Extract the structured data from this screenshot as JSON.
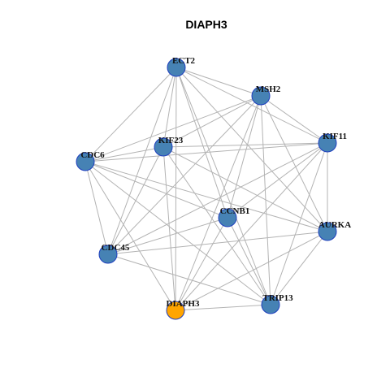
{
  "title": "DIAPH3",
  "colors": {
    "node_default": "#4682b4",
    "node_highlight": "#ffa500",
    "node_border": "#1f3fbf",
    "edge": "#b3b3b3"
  },
  "nodes": [
    {
      "id": "ECT2",
      "label": "ECT2",
      "highlight": false
    },
    {
      "id": "MSH2",
      "label": "MSH2",
      "highlight": false
    },
    {
      "id": "KIF11",
      "label": "KIF11",
      "highlight": false
    },
    {
      "id": "KIF23",
      "label": "KIF23",
      "highlight": false
    },
    {
      "id": "CDC6",
      "label": "CDC6",
      "highlight": false
    },
    {
      "id": "CCNB1",
      "label": "CCNB1",
      "highlight": false
    },
    {
      "id": "AURKA",
      "label": "AURKA",
      "highlight": false
    },
    {
      "id": "CDC45",
      "label": "CDC45",
      "highlight": false
    },
    {
      "id": "DIAPH3",
      "label": "DIAPH3",
      "highlight": true
    },
    {
      "id": "TRIP13",
      "label": "TRIP13",
      "highlight": false
    }
  ],
  "edges": [
    [
      "ECT2",
      "MSH2"
    ],
    [
      "ECT2",
      "KIF11"
    ],
    [
      "ECT2",
      "CDC6"
    ],
    [
      "ECT2",
      "KIF23"
    ],
    [
      "ECT2",
      "CCNB1"
    ],
    [
      "ECT2",
      "AURKA"
    ],
    [
      "ECT2",
      "CDC45"
    ],
    [
      "ECT2",
      "DIAPH3"
    ],
    [
      "ECT2",
      "TRIP13"
    ],
    [
      "MSH2",
      "KIF11"
    ],
    [
      "MSH2",
      "CDC6"
    ],
    [
      "MSH2",
      "KIF23"
    ],
    [
      "MSH2",
      "CCNB1"
    ],
    [
      "MSH2",
      "AURKA"
    ],
    [
      "MSH2",
      "CDC45"
    ],
    [
      "MSH2",
      "DIAPH3"
    ],
    [
      "MSH2",
      "TRIP13"
    ],
    [
      "KIF11",
      "KIF23"
    ],
    [
      "KIF11",
      "CDC6"
    ],
    [
      "KIF11",
      "CCNB1"
    ],
    [
      "KIF11",
      "AURKA"
    ],
    [
      "KIF11",
      "CDC45"
    ],
    [
      "KIF11",
      "DIAPH3"
    ],
    [
      "KIF11",
      "TRIP13"
    ],
    [
      "KIF23",
      "CDC6"
    ],
    [
      "KIF23",
      "AURKA"
    ],
    [
      "KIF23",
      "CDC45"
    ],
    [
      "KIF23",
      "DIAPH3"
    ],
    [
      "KIF23",
      "TRIP13"
    ],
    [
      "CDC6",
      "CCNB1"
    ],
    [
      "CDC6",
      "AURKA"
    ],
    [
      "CDC6",
      "CDC45"
    ],
    [
      "CDC6",
      "DIAPH3"
    ],
    [
      "CDC6",
      "TRIP13"
    ],
    [
      "CCNB1",
      "CDC45"
    ],
    [
      "CCNB1",
      "DIAPH3"
    ],
    [
      "CCNB1",
      "TRIP13"
    ],
    [
      "AURKA",
      "CDC45"
    ],
    [
      "AURKA",
      "DIAPH3"
    ],
    [
      "AURKA",
      "TRIP13"
    ],
    [
      "CDC45",
      "TRIP13"
    ],
    [
      "DIAPH3",
      "TRIP13"
    ]
  ]
}
